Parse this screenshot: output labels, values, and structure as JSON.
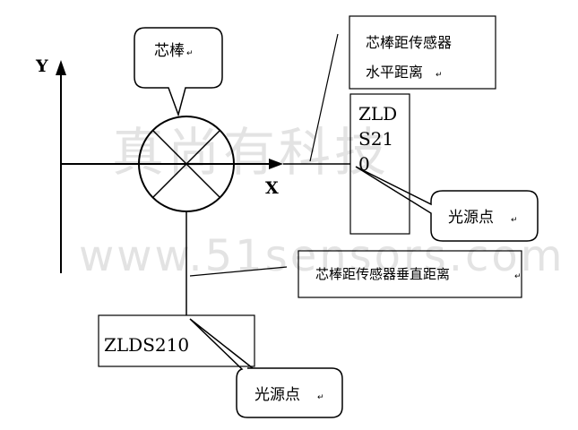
{
  "watermark": {
    "cn": "真尚有科技",
    "url": "www.51sensors.com"
  },
  "axes": {
    "y_label": "Y",
    "x_label": "X"
  },
  "callouts": {
    "core_rod": "芯棒",
    "horizontal_distance_line1": "芯棒距传感器",
    "horizontal_distance_line2": "水平距离",
    "vertical_distance": "芯棒距传感器垂直距离",
    "light_source_right": "光源点",
    "light_source_bottom": "光源点"
  },
  "sensors": {
    "right_line1": "ZLD",
    "right_line2": "S21",
    "right_line3": "0",
    "bottom": "ZLDS210"
  },
  "return_mark": "↵",
  "colors": {
    "ink": "#000000",
    "watermark": "#e3e3e3",
    "background": "#ffffff"
  }
}
